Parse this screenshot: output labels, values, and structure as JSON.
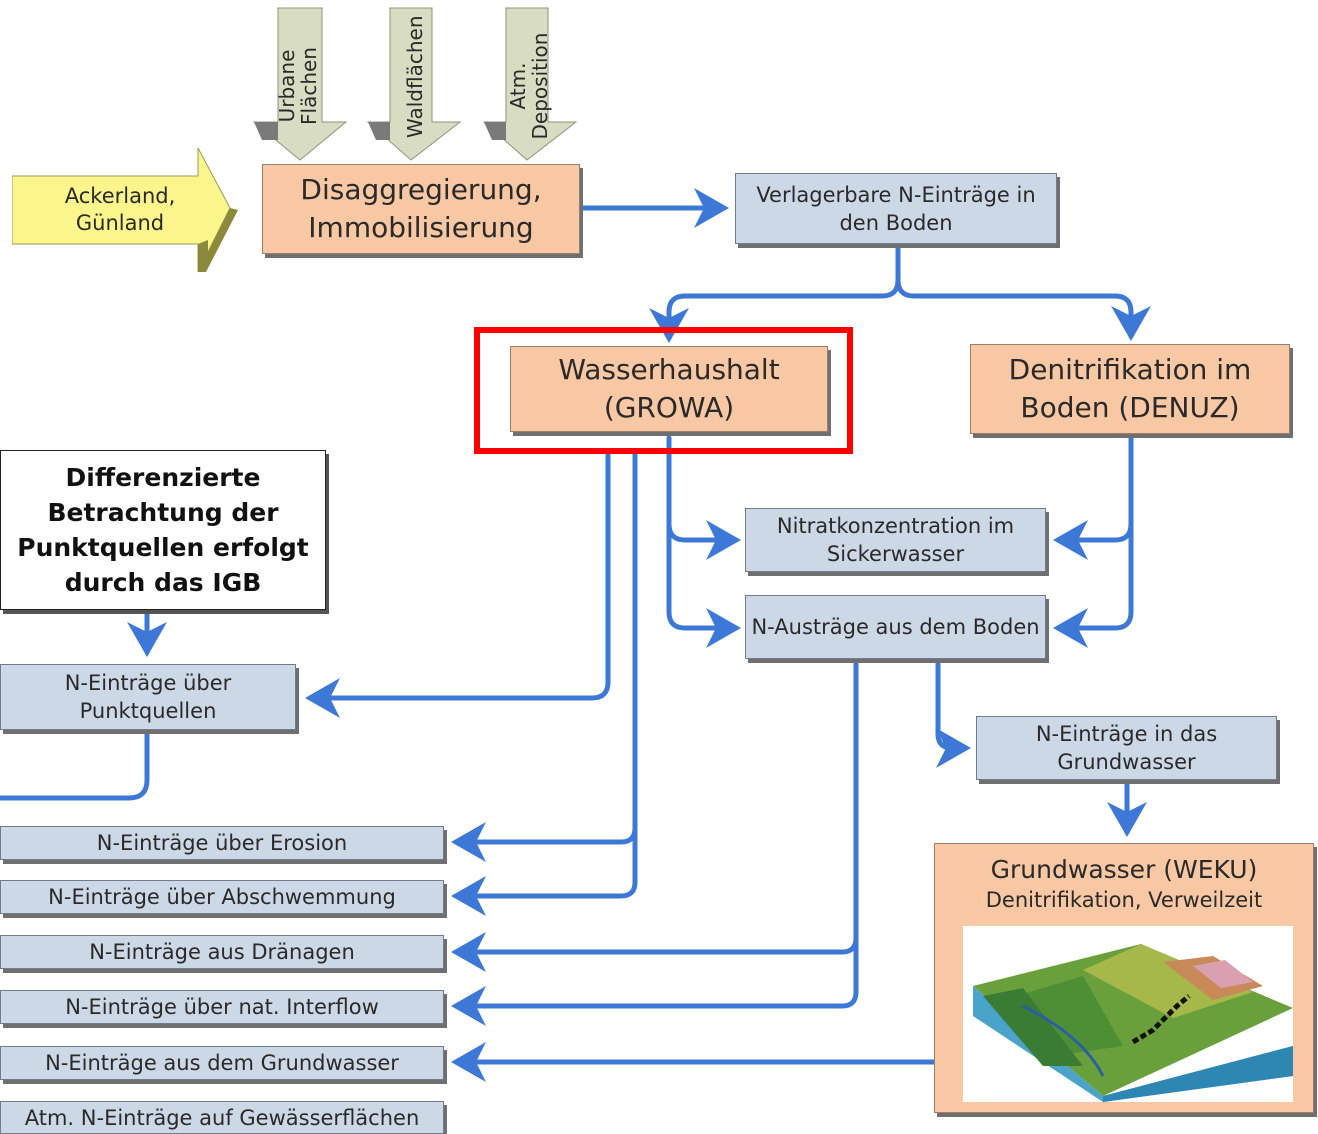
{
  "inputs": {
    "ackerland": "Ackerland, Günland",
    "urbane": [
      "Urbane",
      "Flächen"
    ],
    "wald": "Waldflächen",
    "atm": [
      "Atm.",
      "Deposition"
    ]
  },
  "boxes": {
    "disaggregierung": [
      "Disaggregierung,",
      "Immobilisierung"
    ],
    "verlagerbare": [
      "Verlagerbare N-Einträge in",
      "den Boden"
    ],
    "wasserhaushalt": [
      "Wasserhaushalt",
      "(GROWA)"
    ],
    "denitrifikation": [
      "Denitrifikation im",
      "Boden (DENUZ)"
    ],
    "nitrat": [
      "Nitratkonzentration im",
      "Sickerwasser"
    ],
    "austraege": "N-Austräge aus dem Boden",
    "eintraege_gw": [
      "N-Einträge in das",
      "Grundwasser"
    ],
    "punktquellen": [
      "N-Einträge über",
      "Punktquellen"
    ]
  },
  "note": [
    "Differenzierte",
    "Betrachtung der",
    "Punktquellen erfolgt",
    "durch das IGB"
  ],
  "groundwater": {
    "title": "Grundwasser (WEKU)",
    "subtitle": "Denitrifikation, Verweilzeit",
    "image": "3d-terrain-model"
  },
  "outputs": [
    "N-Einträge über Erosion",
    "N-Einträge über Abschwemmung",
    "N-Einträge aus Dränagen",
    "N-Einträge über nat. Interflow",
    "N-Einträge aus dem Grundwasser",
    "Atm. N-Einträge auf Gewässerflächen"
  ],
  "colors": {
    "flow": "#3d78d6",
    "box_blue": "#cdd8e6",
    "box_orange": "#f8c7a3",
    "highlight": "#ff0000",
    "arrow_yellow": "#fbf58c",
    "arrow_gray": "#d7dcc2"
  }
}
